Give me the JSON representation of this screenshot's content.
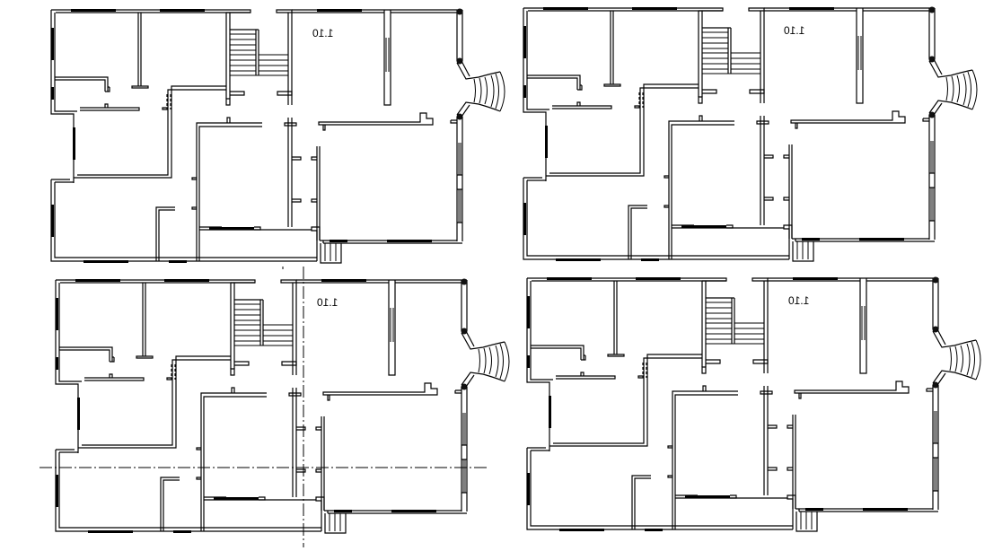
{
  "drawing": {
    "type": "architectural floor plan",
    "background": "#ffffff",
    "line_color": "#000000",
    "plans": [
      {
        "id": "plan-top-left",
        "position": "top-left",
        "level_label": "1.10",
        "label_mirrored": true,
        "has_center_axes": false
      },
      {
        "id": "plan-top-right",
        "position": "top-right",
        "level_label": "1.10",
        "label_mirrored": true,
        "has_center_axes": false
      },
      {
        "id": "plan-bottom-left",
        "position": "bottom-left",
        "level_label": "1.10",
        "label_mirrored": true,
        "has_center_axes": true
      },
      {
        "id": "plan-bottom-right",
        "position": "bottom-right",
        "level_label": "1.10",
        "label_mirrored": true,
        "has_center_axes": false
      }
    ],
    "elements": {
      "staircase": "dog-leg stair with landing",
      "entrance": "curved entrance steps with flanking columns",
      "rear_steps": "small straight steps at bottom",
      "axis_lines": "dash-dot center lines (horizontal and vertical)"
    }
  }
}
